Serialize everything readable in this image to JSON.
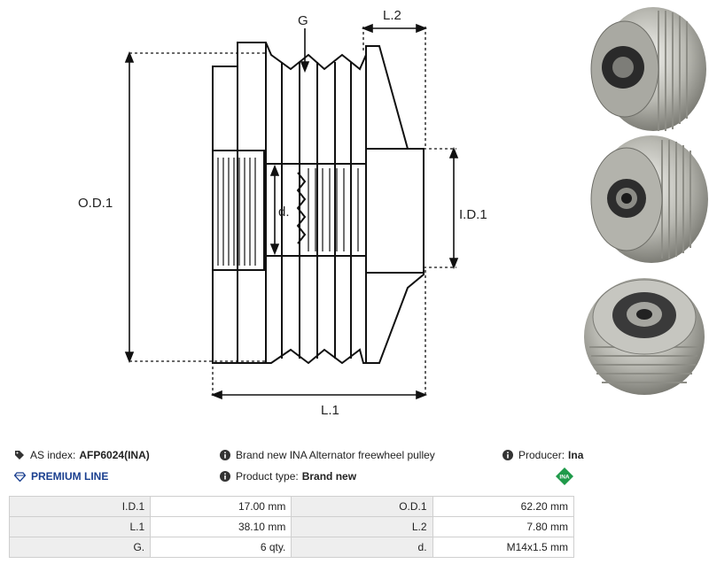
{
  "diagram": {
    "labels": {
      "groove": "G",
      "l2": "L.2",
      "od1": "O.D.1",
      "d": "d.",
      "id1": "I.D.1",
      "l1": "L.1"
    }
  },
  "photos": [
    "pulley-photo-angled",
    "pulley-photo-front",
    "pulley-photo-back"
  ],
  "info": {
    "as_index_label": "AS index:",
    "as_index_value": "AFP6024(INA)",
    "description": "Brand new INA Alternator freewheel pulley",
    "producer_label": "Producer:",
    "producer_value": "Ina",
    "premium_line": "PREMIUM LINE",
    "product_type_label": "Product type:",
    "product_type_value": "Brand new",
    "brand_logo_text": "INA"
  },
  "specs": [
    [
      "I.D.1",
      "17.00 mm",
      "O.D.1",
      "62.20 mm"
    ],
    [
      "L.1",
      "38.10 mm",
      "L.2",
      "7.80 mm"
    ],
    [
      "G.",
      "6 qty.",
      "d.",
      "M14x1.5 mm"
    ]
  ],
  "colors": {
    "premium": "#1a3f8f",
    "ina_green": "#1f9a4a",
    "table_key_bg": "#eeeeee"
  }
}
